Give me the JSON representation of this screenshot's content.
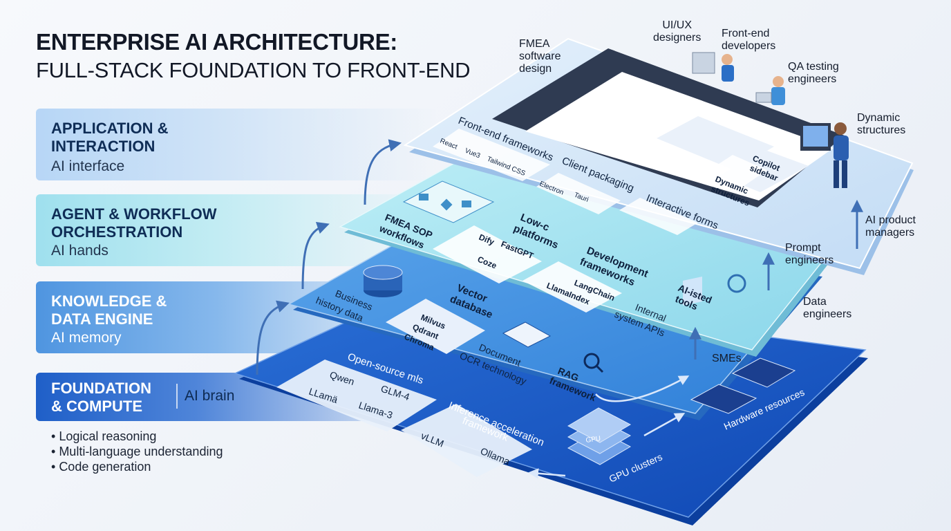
{
  "title": {
    "line1": "ENTERPRISE AI ARCHITECTURE:",
    "line2": "FULL-STACK FOUNDATION TO FRONT-END"
  },
  "layers": [
    {
      "title_1": "APPLICATION &",
      "title_2": "INTERACTION",
      "subtitle": "AI interface"
    },
    {
      "title_1": "AGENT & WORKFLOW",
      "title_2": "ORCHESTRATION",
      "subtitle": "AI hands"
    },
    {
      "title_1": "KNOWLEDGE &",
      "title_2": "DATA ENGINE",
      "subtitle": "AI memory"
    },
    {
      "title_1": "FOUNDATION",
      "title_2": "& COMPUTE",
      "subtitle": "AI brain"
    }
  ],
  "foundation_bullets": [
    "Logical reasoning",
    "Multi-language understanding",
    "Code generation"
  ],
  "app_layer": {
    "frontend_frameworks": "Front-end frameworks",
    "react": "React",
    "vue": "Vue3",
    "tailwind": "Tailwind CSS",
    "client_packaging": "Client packaging",
    "electron": "Electron",
    "tauri": "Tauri",
    "interactive_forms": "Interactive forms",
    "copilot_1": "Copilot",
    "copilot_2": "sidebar",
    "dynamic_1": "Dynamic",
    "dynamic_2": "structures"
  },
  "agent_layer": {
    "fmea_1": "FMEA SOP",
    "fmea_2": "workflows",
    "lowcode_1": "Low-c",
    "lowcode_2": "platforms",
    "dify": "Dify",
    "fastgpt": "FastGPT",
    "coze": "Coze",
    "devfw_1": "Development",
    "devfw_2": "frameworks",
    "langchain": "LangChain",
    "llamaindex": "LlamaIndex",
    "ai_tools_1": "AI-isted",
    "ai_tools_2": "tools"
  },
  "data_layer": {
    "business_1": "Business",
    "business_2": "history data",
    "vector_1": "Vector",
    "vector_2": "database",
    "milvus": "Milvus",
    "qdrant": "Qdrant",
    "chroma": "Chroma",
    "document_1": "Document",
    "document_2": "OCR technology",
    "rag_1": "RAG",
    "rag_2": "framework",
    "internal_1": "Internal",
    "internal_2": "system APIs"
  },
  "foundation_layer": {
    "open_source": "Open-source mls",
    "qwen": "Qwen",
    "glm": "GLM-4",
    "llama_cn": "LLamä",
    "llama3": "Llama-3",
    "inference_1": "Inference acceleration",
    "inference_2": "framework",
    "vllm": "vLLM",
    "ollama": "Ollama",
    "gpu": "GPU",
    "gpu_clusters": "GPU clusters",
    "hardware": "Hardware resources"
  },
  "roles": {
    "fmea_1": "FMEA",
    "fmea_2": "software",
    "fmea_3": "design",
    "uiux_1": "UI/UX",
    "uiux_2": "designers",
    "frontend_1": "Front-end",
    "frontend_2": "developers",
    "qa_1": "QA testing",
    "qa_2": "engineers",
    "dynamic_1": "Dynamic",
    "dynamic_2": "structures",
    "pm_1": "AI product",
    "pm_2": "managers",
    "prompt_1": "Prompt",
    "prompt_2": "engineers",
    "data_1": "Data",
    "data_2": "engineers",
    "smes": "SMEs"
  },
  "colors": {
    "app_layer": "#cfe3f8",
    "agent_layer": "#a9e3ef",
    "data_layer": "#3f8fe0",
    "foundation_layer": "#1a5cc9"
  }
}
